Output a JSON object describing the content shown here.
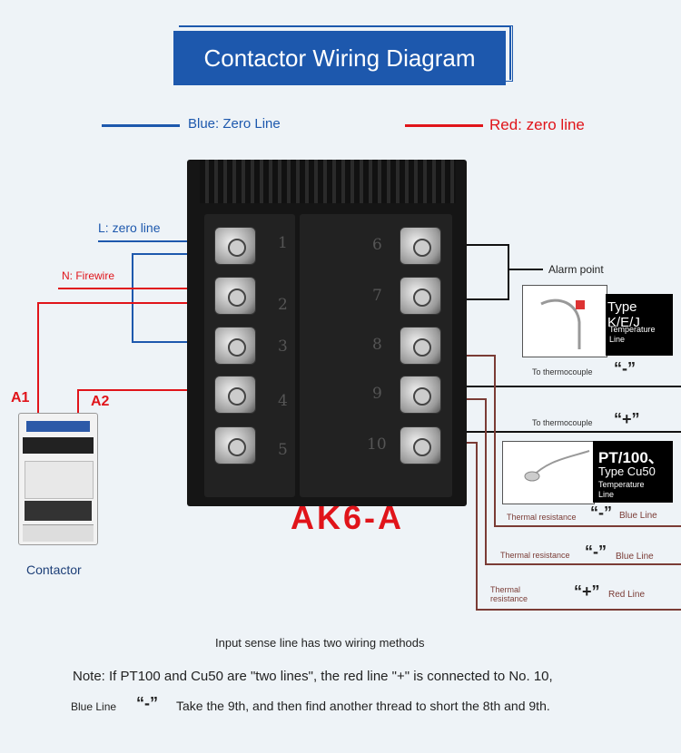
{
  "title": "Contactor Wiring Diagram",
  "legend": {
    "blue": "Blue: Zero Line",
    "red": "Red: zero line"
  },
  "colors": {
    "blue": "#1d58ad",
    "red": "#e0141a",
    "brown": "#7a3b35",
    "black": "#111111"
  },
  "labels": {
    "l_zero": "L: zero line",
    "n_fire": "N: Firewire",
    "a1": "A1",
    "a2": "A2",
    "contactor": "Contactor",
    "alarm": "Alarm point",
    "model": "AK6-A"
  },
  "terminals": [
    "1",
    "2",
    "3",
    "4",
    "5",
    "6",
    "7",
    "8",
    "9",
    "10"
  ],
  "thermocouple": {
    "type_title": "Type K/E/J",
    "sub": "Temperature Line",
    "to_minus": "To thermocouple",
    "to_plus": "To thermocouple",
    "minus": "“-”",
    "plus": "“+”"
  },
  "resistance": {
    "title1": "PT/100、",
    "title2": "Type Cu50",
    "sub": "Temperature Line",
    "row1_label": "Thermal resistance",
    "row1_sym": "“-”",
    "row1_line": "Blue Line",
    "row2_label": "Thermal resistance",
    "row2_sym": "“-”",
    "row2_line": "Blue Line",
    "row3_label": "Thermal resistance",
    "row3_sym": "“+”",
    "row3_line": "Red Line"
  },
  "notes": {
    "methods": "Input sense line has two wiring methods",
    "line1": "Note: If PT100 and Cu50 are \"two lines\", the red line \"+\" is connected to No. 10,",
    "line2_prefix": "Blue Line",
    "line2_sym": "“-”",
    "line2_text": "Take the 9th, and then find another thread to short the 8th and 9th."
  }
}
